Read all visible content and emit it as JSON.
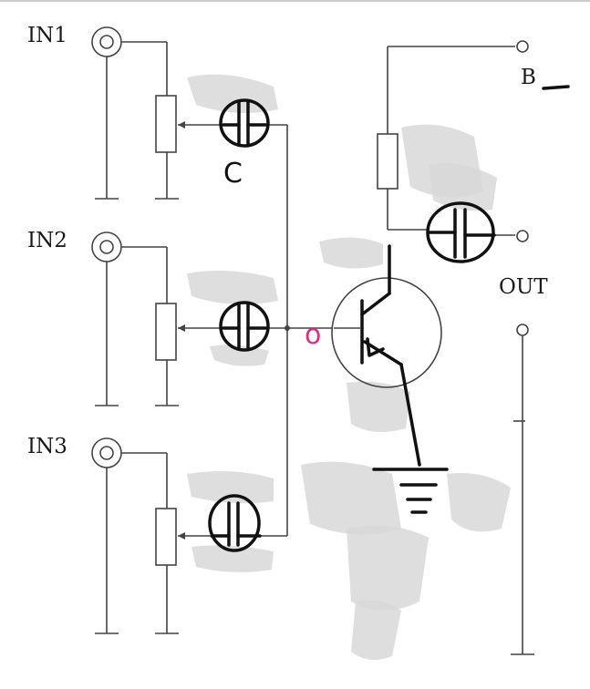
{
  "labels": {
    "in1": "IN1",
    "in2": "IN2",
    "in3": "IN3",
    "supply": "B",
    "output": "OUT",
    "capacitor": "C",
    "junction_mark": "o"
  },
  "colors": {
    "wire": "#444444",
    "ink": "#111111",
    "mark": "#d63384",
    "smudge": "#d8d8d8"
  }
}
